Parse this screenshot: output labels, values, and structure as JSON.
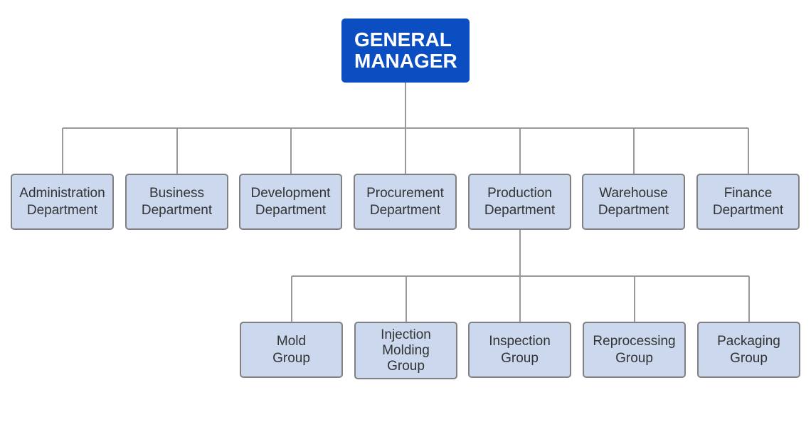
{
  "root": {
    "line1": "GENERAL",
    "line2": "MANAGER",
    "color": "#0a4ec1"
  },
  "departments": [
    {
      "line1": "Administration",
      "line2": "Department"
    },
    {
      "line1": "Business",
      "line2": "Department"
    },
    {
      "line1": "Development",
      "line2": "Department"
    },
    {
      "line1": "Procurement",
      "line2": "Department"
    },
    {
      "line1": "Production",
      "line2": "Department"
    },
    {
      "line1": "Warehouse",
      "line2": "Department"
    },
    {
      "line1": "Finance",
      "line2": "Department"
    }
  ],
  "production_groups": [
    {
      "lines": [
        "Mold",
        "Group"
      ]
    },
    {
      "lines": [
        "Injection",
        "Molding",
        "Group"
      ]
    },
    {
      "lines": [
        "Inspection",
        "Group"
      ]
    },
    {
      "lines": [
        "Reprocessing",
        "Group"
      ]
    },
    {
      "lines": [
        "Packaging",
        "Group"
      ]
    }
  ],
  "colors": {
    "node_fill": "#cbd8ed",
    "node_border": "#808080",
    "connector": "#999999"
  }
}
